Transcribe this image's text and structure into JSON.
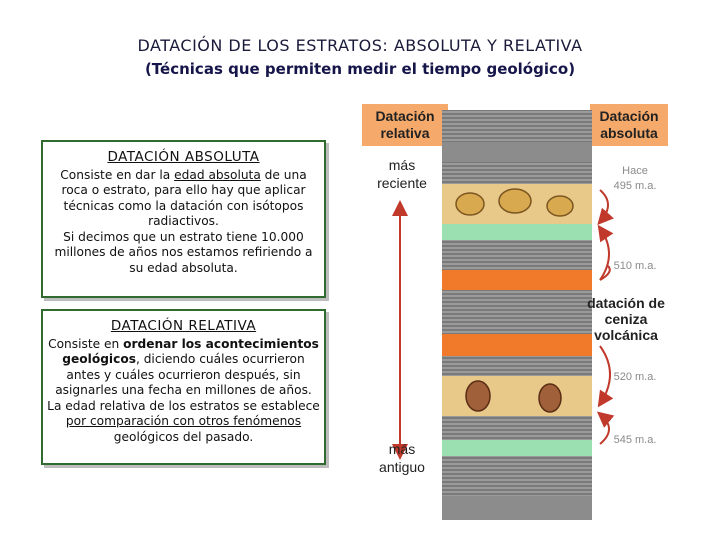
{
  "header": {
    "title": "DATACIÓN DE LOS ESTRATOS: ABSOLUTA Y RELATIVA",
    "subtitle": "(Técnicas que permiten medir el tiempo geológico)"
  },
  "absoluta": {
    "heading": "DATACIÓN ABSOLUTA",
    "p1_a": "Consiste en dar la ",
    "p1_link": "edad absoluta",
    "p1_b": " de una roca o estrato, para ello hay que aplicar técnicas como la datación con isótopos radiactivos.",
    "p2": "Si decimos que un estrato tiene 10.000 millones de años nos estamos refiriendo a su edad absoluta."
  },
  "relativa": {
    "heading": "DATACIÓN RELATIVA",
    "p1_a": "Consiste en ",
    "p1_bold": "ordenar los acontecimientos geológicos",
    "p1_b": ", diciendo cuáles ocurrieron antes y cuáles ocurrieron después, sin asignarles una fecha en millones de años.",
    "p2_a": "La edad relativa de los estratos se establece ",
    "p2_link": "por comparación con otros fenómenos",
    "p2_b": " geológicos del pasado."
  },
  "figure": {
    "label_relativa_1": "Datación",
    "label_relativa_2": "relativa",
    "label_absoluta_1": "Datación",
    "label_absoluta_2": "absoluta",
    "mas_reciente_1": "más",
    "mas_reciente_2": "reciente",
    "mas_antiguo_1": "más",
    "mas_antiguo_2": "antiguo",
    "hace": "Hace",
    "age_495": "495 m.a.",
    "age_510": "510 m.a.",
    "age_520": "520 m.a.",
    "age_545": "545 m.a.",
    "ceniza_1": "datación de",
    "ceniza_2": "ceniza",
    "ceniza_3": "volcánica",
    "colors": {
      "label_bg": "#f5a96a",
      "arrow": "#c0392b",
      "age_text": "#8a8a8a",
      "layer_gray": "#8c8c8c",
      "layer_green": "#9be0b0",
      "layer_orange": "#f07a2a",
      "layer_tan": "#e8c98a"
    }
  }
}
